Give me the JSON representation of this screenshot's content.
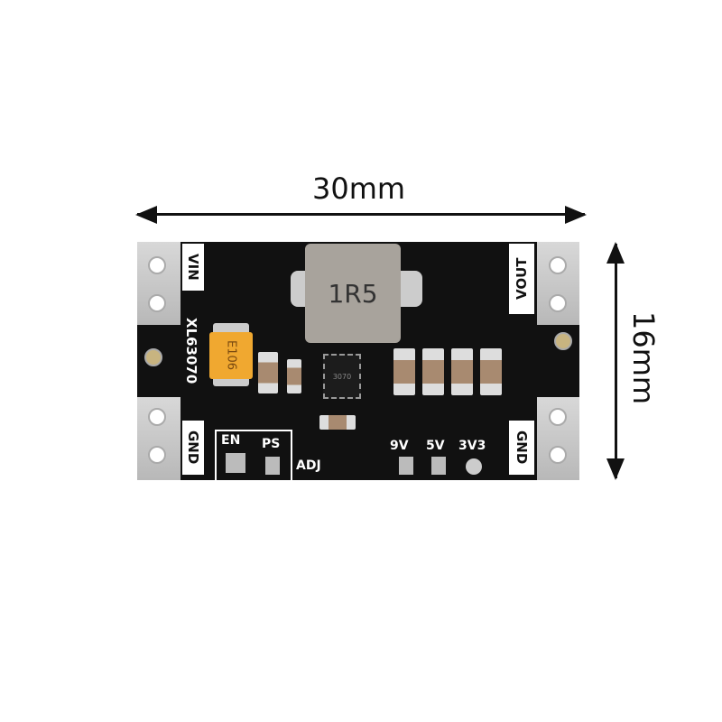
{
  "dimensions": {
    "width_label": "30mm",
    "height_label": "16mm"
  },
  "board": {
    "left_labels": {
      "vin": "VIN",
      "gnd": "GND",
      "model": "XL63070"
    },
    "right_labels": {
      "vout": "VOUT",
      "gnd": "GND"
    },
    "inductor_marking": "1R5",
    "capacitor_marking": "E106",
    "ic_marking": "3070",
    "bottom_labels": {
      "en": "EN",
      "ps": "PS",
      "adj": "ADJ",
      "v9": "9V",
      "v5": "5V",
      "v3v3": "3V3"
    }
  },
  "colors": {
    "pcb": "#111111",
    "tantalum": "#f0a830",
    "inductor": "#a8a39c",
    "pad": "#c8c8c8"
  }
}
